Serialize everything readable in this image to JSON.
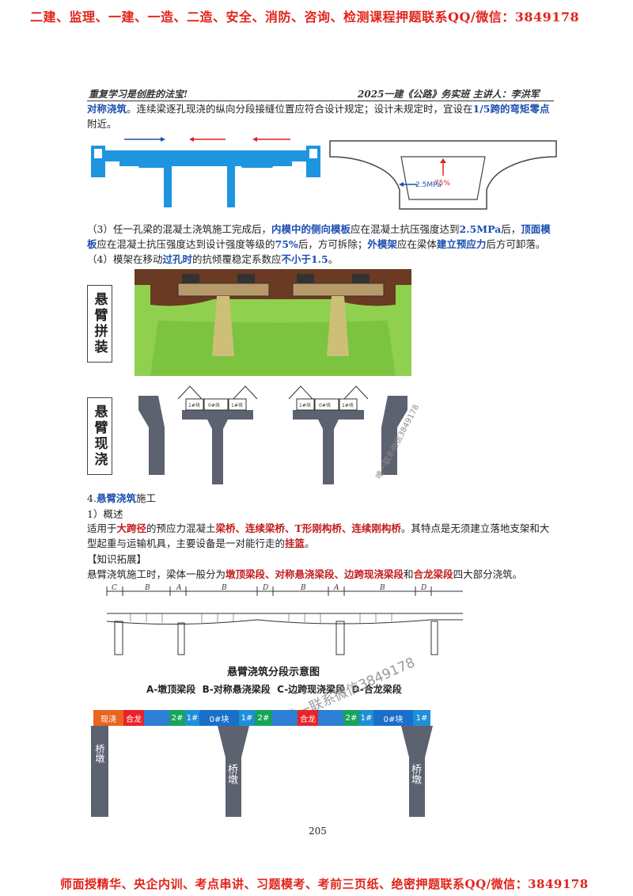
{
  "banner_top": "二建、监理、一建、一造、二造、安全、消防、咨询、检测课程押题联系QQ/微信：3849178",
  "banner_bottom": "师面授精华、央企内训、考点串讲、习题模考、考前三页纸、绝密押题联系QQ/微信：3849178",
  "header": {
    "left": "重复学习是创胜的法宝!",
    "right": "2025一建《公路》务实班 主讲人：李洪军"
  },
  "para_top": {
    "s1": "对称浇筑",
    "s2": "。连续梁逐孔现浇的纵向分段接缝位置应符合设计规定；设计未规定时，宜设在",
    "s3": "1/5",
    "s4": "跨的弯矩零点",
    "s5": "附近。"
  },
  "fig1": {
    "label_pct": "75%",
    "label_mpa": "2.5MPa"
  },
  "item3": {
    "t1": "（3）任一孔梁的混凝土浇筑施工完成后，",
    "t2": "内模中的侧向模板",
    "t3": "应在混凝土抗压强度达到",
    "t4": "2.5MPa",
    "t5": "后，",
    "t6": "顶面模板",
    "t7": "应在混凝土抗压强度达到设计强度等级的",
    "t8": "75%",
    "t9": "后，方可拆除；",
    "t10": "外模架",
    "t11": "应在梁体",
    "t12": "建立预应力",
    "t13": "后方可卸落。"
  },
  "item4": {
    "t1": "（4）模架在移动",
    "t2": "过孔时",
    "t3": "的抗倾覆稳定系数应",
    "t4": "不小于1.5",
    "t5": "。"
  },
  "side_labels": {
    "assembly": "悬臂拼装",
    "cast": "悬臂现浇"
  },
  "fig3_labels": [
    "1#块",
    "0#块",
    "1#块",
    "1#块",
    "0#块",
    "1#块"
  ],
  "section4": {
    "title_num": "4.",
    "title_kw": "悬臂浇筑",
    "title_rest": "施工",
    "sub1": "1）概述",
    "p1_a": "适用于",
    "p1_b": "大跨径",
    "p1_c": "的预应力混凝土",
    "p1_d": "梁桥、连续梁桥、T形刚构桥、连续刚构桥",
    "p1_e": "。其特点是无须建立落地支架和大型起重与运输机具，主要设备是一对能行走的",
    "p1_f": "挂篮",
    "p1_g": "。",
    "ext": "【知识拓展】",
    "p2_a": "悬臂浇筑施工时，梁体一般分为",
    "p2_b": "墩顶梁段、对称悬浇梁段、边跨现浇梁段",
    "p2_c": "和",
    "p2_d": "合龙梁段",
    "p2_e": "四大部分浇筑。"
  },
  "fig4": {
    "dims": [
      "C",
      "B",
      "A",
      "B",
      "D",
      "A",
      "B",
      "B",
      "D"
    ],
    "caption": "悬臂浇筑分段示意图",
    "legend": "A-墩顶梁段  B-对称悬浇梁段  C-边跨现浇梁段  D-合龙梁段"
  },
  "fig5": {
    "segments": [
      {
        "label": "现浇",
        "color": "#e9651f"
      },
      {
        "label": "合龙",
        "color": "#e8232a"
      },
      {
        "label": "",
        "color": "#2f7fd6"
      },
      {
        "label": "2#",
        "color": "#17a35a"
      },
      {
        "label": "1#",
        "color": "#1f8fd6"
      },
      {
        "label": "0#块",
        "color": "#1a6fc9"
      },
      {
        "label": "1#",
        "color": "#1f8fd6"
      },
      {
        "label": "2#",
        "color": "#17a35a"
      },
      {
        "label": "",
        "color": "#2f7fd6"
      },
      {
        "label": "合龙",
        "color": "#e8232a"
      },
      {
        "label": "",
        "color": "#2f7fd6"
      },
      {
        "label": "2#",
        "color": "#17a35a"
      },
      {
        "label": "1#",
        "color": "#1f8fd6"
      },
      {
        "label": "0#块",
        "color": "#1a6fc9"
      },
      {
        "label": "1#",
        "color": "#1f8fd6"
      }
    ],
    "pier_end": "桥墩",
    "pier_mid1": "桥墩",
    "pier_mid2": "桥墩"
  },
  "watermark1": "唯一联系微信3849178",
  "watermark2": "唯一联系微信3849178",
  "page_number": "205"
}
